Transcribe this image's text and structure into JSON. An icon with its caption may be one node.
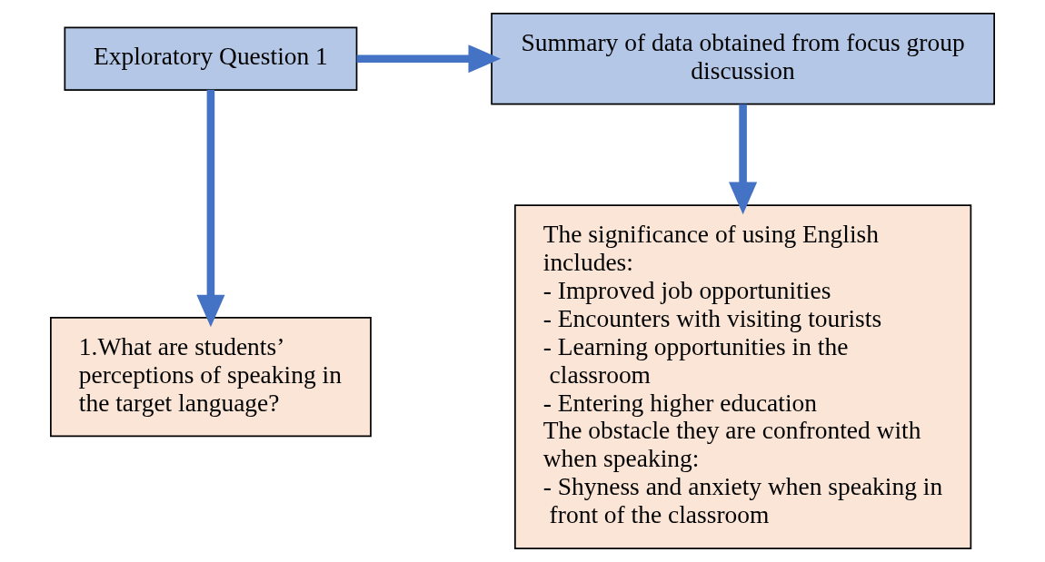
{
  "diagram": {
    "nodes": [
      {
        "text": [
          "Exploratory Question 1"
        ]
      },
      {
        "text": [
          "Summary of data obtained from focus group discussion"
        ]
      },
      {
        "text": [
          "1.What are students’ perceptions of speaking in the target language?"
        ]
      },
      {
        "text": [
          "The significance of using English includes:",
          "- Improved job opportunities",
          "- Encounters with visiting tourists",
          "- Learning opportunities in the classroom",
          "- Entering higher education",
          "The obstacle they are confronted with when speaking:",
          "- Shyness and anxiety when speaking in front of the classroom"
        ]
      }
    ],
    "edges": [
      {
        "from": 0,
        "to": 1,
        "arrow": "to"
      },
      {
        "from": 0,
        "to": 2,
        "arrow": "to"
      },
      {
        "from": 1,
        "to": 3,
        "arrow": "to"
      }
    ]
  }
}
